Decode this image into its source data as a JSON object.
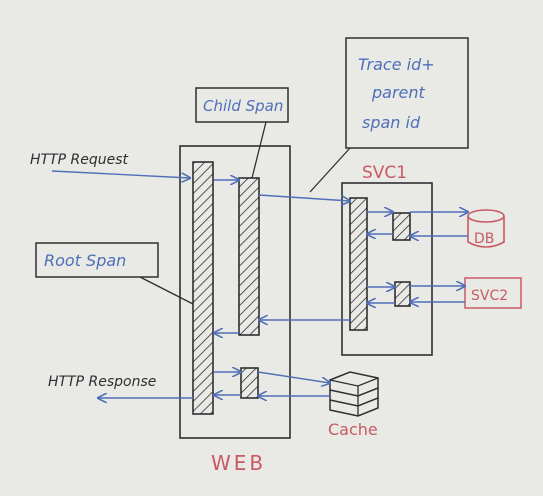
{
  "labels": {
    "http_request": "HTTP Request",
    "http_response": "HTTP Response",
    "root_span": "Root Span",
    "child_span": "Child Span",
    "trace_note_line1": "Trace id+",
    "trace_note_line2": "parent",
    "trace_note_line3": "span id",
    "svc1": "SVC1",
    "db": "DB",
    "svc2": "SVC2",
    "cache": "Cache",
    "web": "WEB"
  },
  "colors": {
    "background": "#e9e9e6",
    "ink_black": "#2f2f33",
    "ink_blue": "#4f6fb8",
    "ink_red": "#c95a63"
  }
}
